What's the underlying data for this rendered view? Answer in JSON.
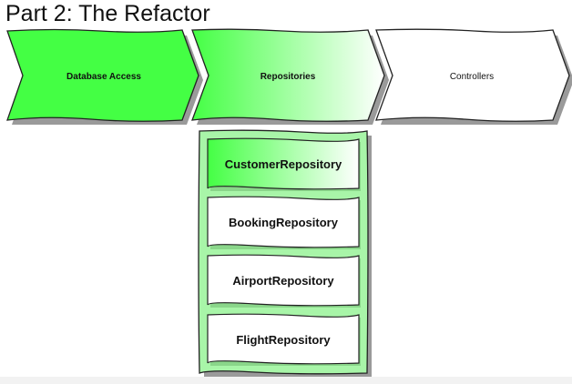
{
  "title": "Part 2: The Refactor",
  "stages": [
    {
      "label": "Database Access",
      "fill": "solid-green",
      "bold": true
    },
    {
      "label": "Repositories",
      "fill": "green-gradient",
      "bold": true
    },
    {
      "label": "Controllers",
      "fill": "white",
      "bold": false
    }
  ],
  "repositories": [
    {
      "label": "CustomerRepository",
      "highlighted": true
    },
    {
      "label": "BookingRepository",
      "highlighted": false
    },
    {
      "label": "AirportRepository",
      "highlighted": false
    },
    {
      "label": "FlightRepository",
      "highlighted": false
    }
  ],
  "colors": {
    "green": "#44ff44",
    "light_green": "#a8f5a8",
    "white": "#ffffff",
    "stroke": "#222222",
    "shadow": "#9a9a9a"
  }
}
